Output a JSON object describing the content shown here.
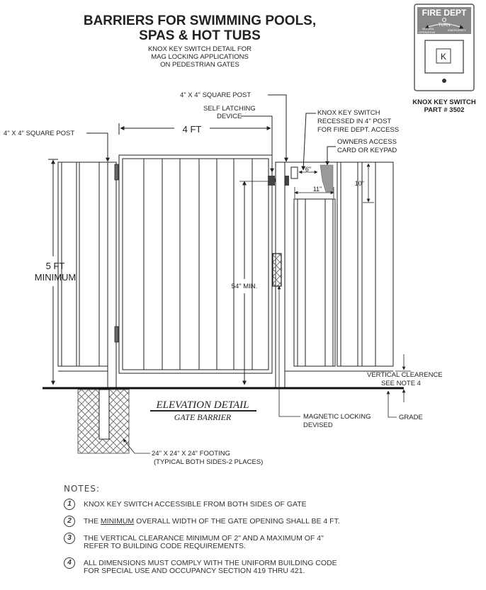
{
  "title": {
    "line1": "BARRIERS FOR SWIMMING POOLS,",
    "line2": "SPAS & HOT TUBS",
    "sub1": "KNOX KEY SWITCH DETAIL FOR",
    "sub2": "MAG LOCKING APPLICATIONS",
    "sub3": "ON PEDESTRIAN GATES"
  },
  "knox_device": {
    "header": "FIRE DEPT",
    "turn": "TURN",
    "normal_1": "NORMAL",
    "normal_2": "OPERATION",
    "emergency": "EMERGENCY",
    "key_glyph": "K",
    "caption1": "KNOX KEY SWITCH",
    "caption2": "PART # 3502"
  },
  "labels": {
    "post_top": "4\" X 4\" SQUARE POST",
    "self_latching_1": "SELF LATCHING",
    "self_latching_2": "DEVICE",
    "knox_1": "KNOX KEY SWITCH",
    "knox_2": "RECESSED IN 4\" POST",
    "knox_3": "FOR FIRE DEPT. ACCESS",
    "owners_1": "OWNERS ACCESS",
    "owners_2": "CARD OR KEYPAD",
    "post_left": "4\" X 4\" SQUARE POST",
    "width_4ft": "4 FT",
    "dim_6": "6\"",
    "dim_11": "11\"",
    "dim_10": "10\"",
    "height_1": "5 FT",
    "height_2": "MINIMUM",
    "min_54": "54\" MIN.",
    "vertical_1": "VERTICAL CLEARENCE",
    "vertical_2": "SEE NOTE 4",
    "grade": "GRADE",
    "elevation": "ELEVATION DETAIL",
    "gate_barrier": "GATE BARRIER",
    "magnetic_1": "MAGNETIC LOCKING",
    "magnetic_2": "DEVISED",
    "footing_1": "24\" X 24\" X 24\" FOOTING",
    "footing_2": "(TYPICAL BOTH SIDES-2 PLACES)"
  },
  "notes": {
    "title": "NOTES:",
    "items": [
      {
        "num": "1",
        "line1": "KNOX KEY SWITCH ACCESSIBLE FROM BOTH SIDES OF GATE",
        "line2": ""
      },
      {
        "num": "2",
        "pre": "THE ",
        "emph": "MINIMUM",
        "post": " OVERALL WIDTH OF THE GATE OPENING SHALL BE 4 FT."
      },
      {
        "num": "3",
        "line1": "THE VERTICAL CLEARANCE MINIMUM OF 2\" AND A MAXIMUM OF 4\"",
        "line2": "REFER TO BUILDING CODE REQUIREMENTS."
      },
      {
        "num": "4",
        "line1": "ALL DIMENSIONS MUST COMPLY WITH THE UNIFORM BUILDING CODE",
        "line2": "FOR SPECIAL USE AND OCCUPANCY SECTION 419 THRU 421."
      }
    ]
  }
}
